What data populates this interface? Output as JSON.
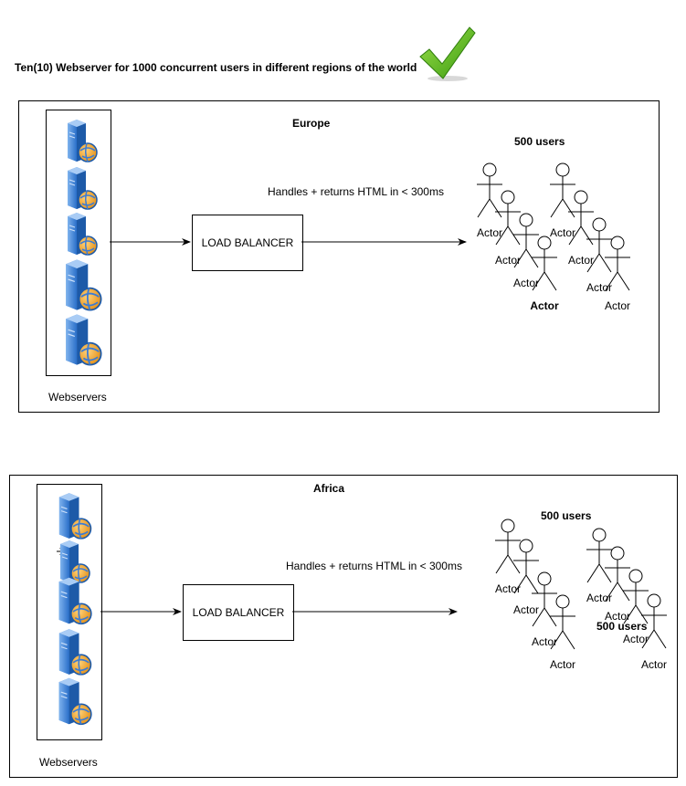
{
  "title": "Ten(10) Webserver for 1000 concurrent users in different regions of the world",
  "check_icon": "green-checkmark-icon",
  "colors": {
    "check": "#4caf1a",
    "server_blue": "#2a6fc9",
    "globe_orange": "#f0a030"
  },
  "regions": [
    {
      "name": "Europe",
      "users_label": "500 users",
      "servers_caption": "Webservers",
      "load_balancer": "LOAD BALANCER",
      "note": "Handles + returns HTML in < 300ms",
      "actors": [
        "Actor",
        "Actor",
        "Actor",
        "Actor",
        "Actor",
        "Actor",
        "Actor",
        "Actor"
      ]
    },
    {
      "name": "Africa",
      "users_label": "500 users",
      "users_label_2": "500 users",
      "servers_caption": "Webservers",
      "load_balancer": "LOAD BALANCER",
      "note": "Handles + returns HTML in < 300ms",
      "actors": [
        "Actor",
        "Actor",
        "Actor",
        "Actor",
        "Actor",
        "Actor",
        "Actor",
        "Actor"
      ]
    }
  ]
}
